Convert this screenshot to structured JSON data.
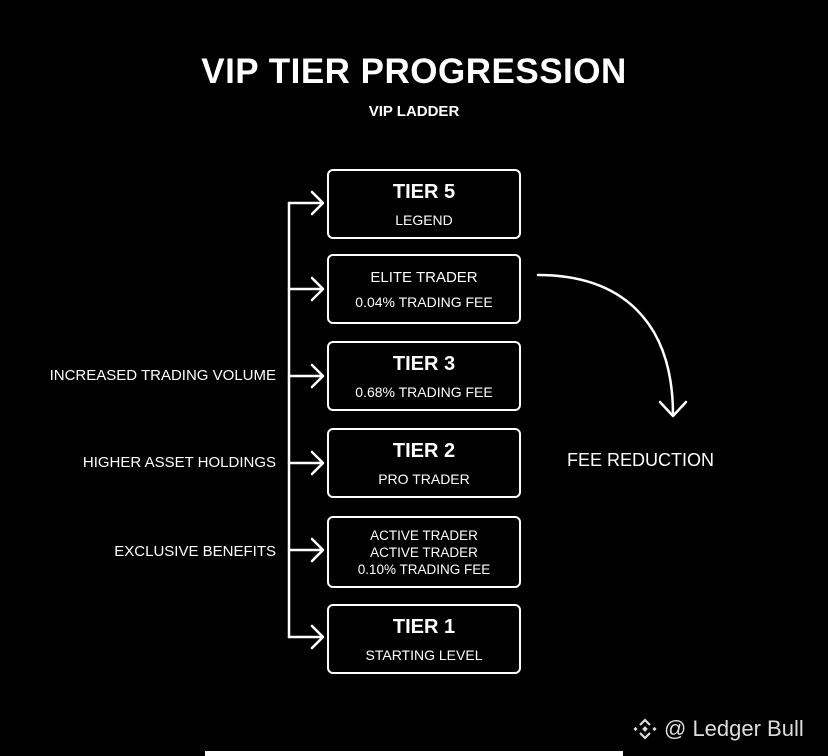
{
  "title": "VIP TIER PROGRESSION",
  "subtitle": "VIP LADDER",
  "tiers": [
    {
      "heading": "TIER 5",
      "lines": [
        "LEGEND"
      ]
    },
    {
      "heading": "",
      "lines": [
        "ELITE TRADER",
        "0.04% TRADING FEE"
      ]
    },
    {
      "heading": "TIER 3",
      "lines": [
        "0.68% TRADING FEE"
      ]
    },
    {
      "heading": "TIER 2",
      "lines": [
        "PRO TRADER"
      ]
    },
    {
      "heading": "",
      "lines": [
        "ACTIVE TRADER",
        "ACTIVE TRADER",
        "0.10% TRADING FEE"
      ]
    },
    {
      "heading": "TIER 1",
      "lines": [
        "STARTING LEVEL"
      ]
    }
  ],
  "factors": [
    "INCREASED TRADING VOLUME",
    "HIGHER ASSET HOLDINGS",
    "EXCLUSIVE BENEFITS"
  ],
  "fee_reduction": "FEE REDUCTION",
  "watermark": "@ Ledger Bull"
}
